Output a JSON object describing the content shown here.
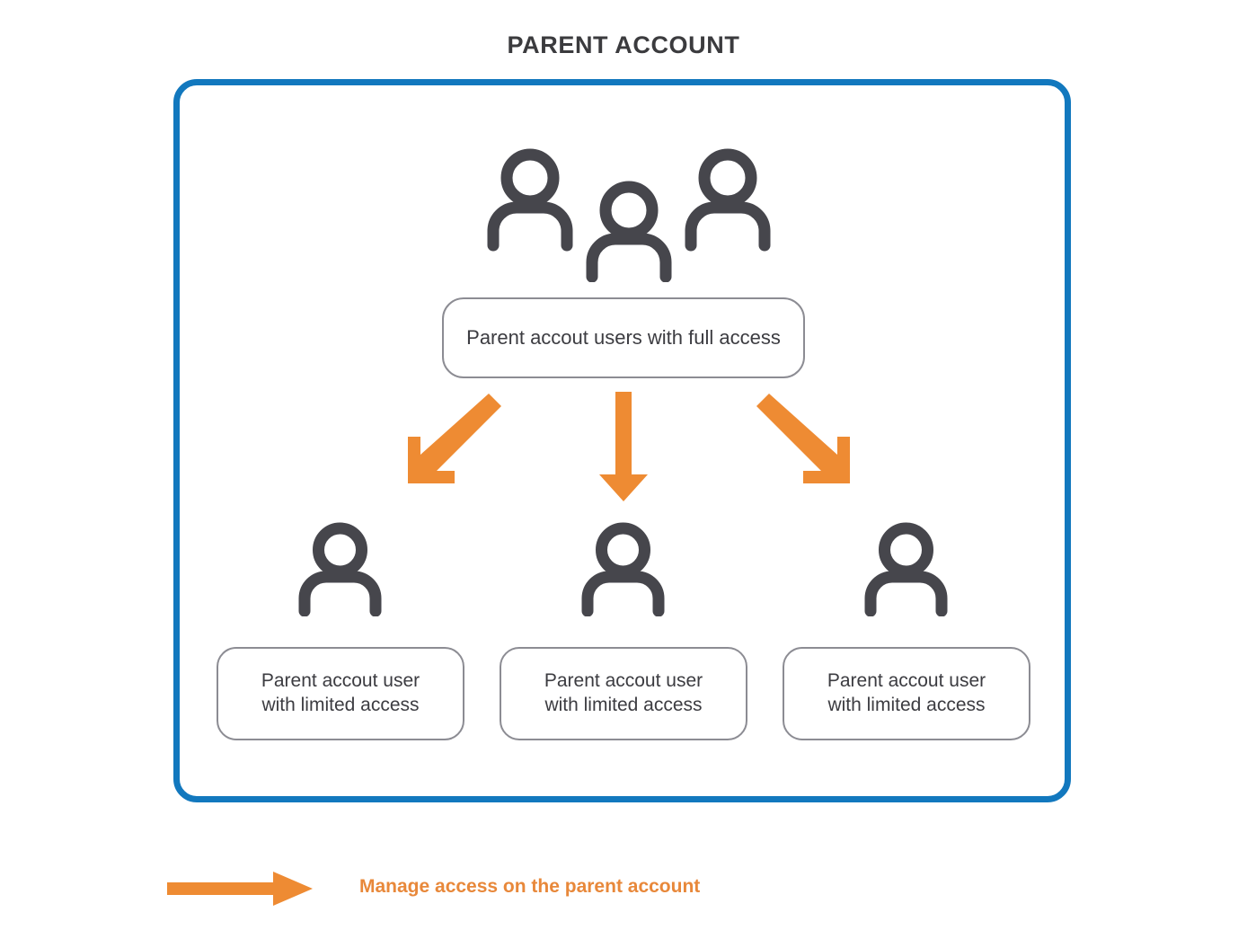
{
  "page": {
    "title": "PARENT ACCOUNT",
    "background_color": "#ffffff"
  },
  "colors": {
    "frame_blue": "#1278BE",
    "arrow_orange": "#EE8B33",
    "box_border_gray": "#8C8C93",
    "text_dark": "#3c3c41",
    "icon_gray": "#46464C",
    "title_gray": "#3b3b3e"
  },
  "frame": {
    "name": "parent-account-container"
  },
  "group_icon": {
    "icon_name": "users-group-icon",
    "person_count": 3
  },
  "top_node": {
    "label": "Parent accout users with full access"
  },
  "arrows": {
    "left": {
      "icon_name": "arrow-down-left-icon",
      "direction": "down-left"
    },
    "middle": {
      "icon_name": "arrow-down-icon",
      "direction": "down"
    },
    "right": {
      "icon_name": "arrow-down-right-icon",
      "direction": "down-right"
    }
  },
  "child_nodes": [
    {
      "icon_name": "person-icon",
      "label_line_1": "Parent accout user",
      "label_line_2": "with limited access"
    },
    {
      "icon_name": "person-icon",
      "label_line_1": "Parent accout user",
      "label_line_2": "with limited access"
    },
    {
      "icon_name": "person-icon",
      "label_line_1": "Parent accout user",
      "label_line_2": "with limited access"
    }
  ],
  "legend": {
    "arrow_icon_name": "arrow-right-icon",
    "text": "Manage access on the parent account"
  }
}
